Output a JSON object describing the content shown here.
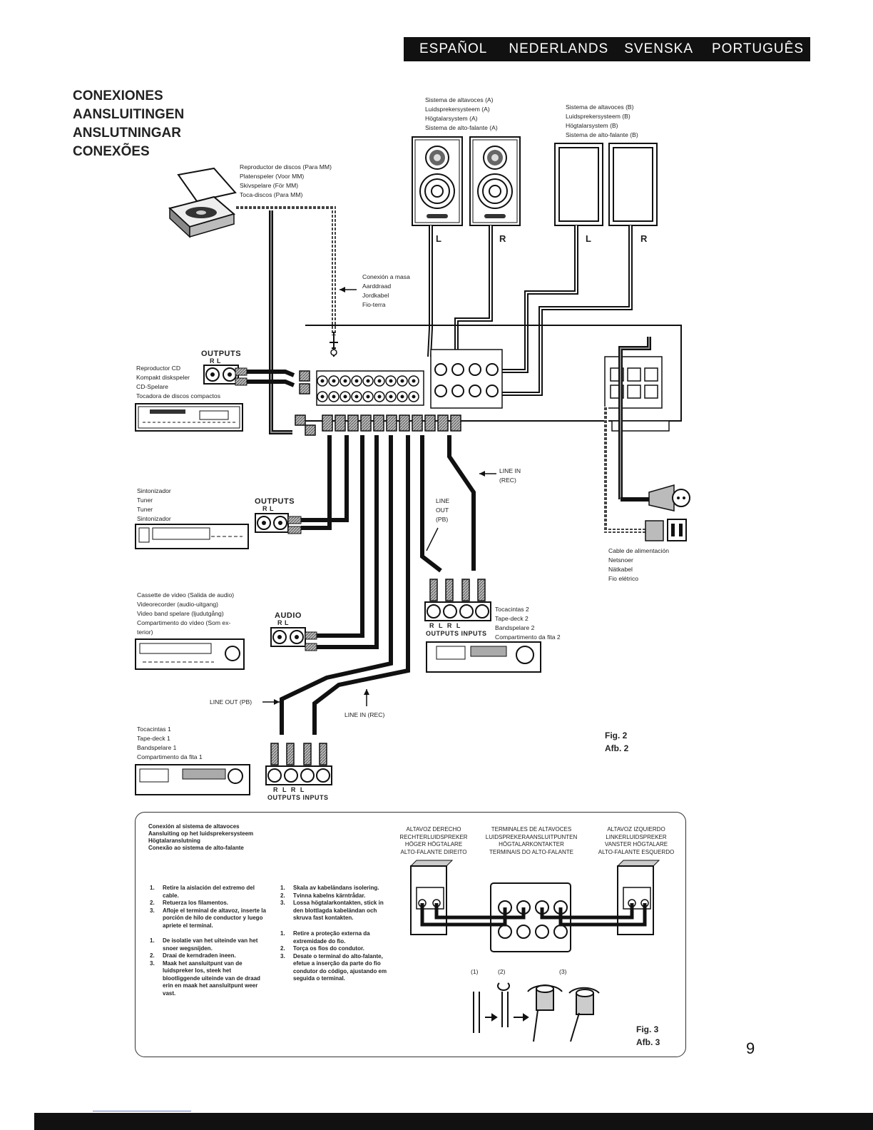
{
  "languages": [
    "ESPAÑOL",
    "NEDERLANDS",
    "SVENSKA",
    "PORTUGUÊS"
  ],
  "titles": [
    "CONEXIONES",
    "AANSLUITINGEN",
    "ANSLUTNINGAR",
    "CONEXÕES"
  ],
  "speakers_a": [
    "Sistema de altavoces (A)",
    "Luidsprekersysteem (A)",
    "Högtalarsystem (A)",
    "Sistema de alto-falante (A)"
  ],
  "speakers_b": [
    "Sistema de altavoces (B)",
    "Luidsprekersysteem (B)",
    "Högtalarsystem (B)",
    "Sistema de alto-falante (B)"
  ],
  "turntable": [
    "Reproductor de discos (Para MM)",
    "Platenspeler (Voor MM)",
    "Skivspelare (För MM)",
    "Toca-discos (Para MM)"
  ],
  "ground": [
    "Conexión a masa",
    "Aarddraad",
    "Jordkabel",
    "Fio-terra"
  ],
  "cd": [
    "Reproductor CD",
    "Kompakt diskspeler",
    "CD-Spelare",
    "Tocadora de discos compactos"
  ],
  "tuner": [
    "Sintonizador",
    "Tuner",
    "Tuner",
    "Sintonizador"
  ],
  "vcr": [
    "Cassette de video (Salida de audio)",
    "Videorecorder (audio-uitgang)",
    "Video band spelare (ljudutgång)",
    "Compartimento do vídeo (Som ex-",
    "terior)"
  ],
  "tape2": [
    "Tocacintas 2",
    "Tape-deck 2",
    "Bandspelare 2",
    "Compartimento da fita 2"
  ],
  "tape1": [
    "Tocacintas 1",
    "Tape-deck 1",
    "Bandspelare 1",
    "Compartimento da fita 1"
  ],
  "power_cable": [
    "Cable de alimentación",
    "Netsnoer",
    "Nätkabel",
    "Fio elétrico"
  ],
  "labels": {
    "outputs": "OUTPUTS",
    "audio": "AUDIO",
    "rl": "R   L",
    "rlrl": "R   L   R   L",
    "outputs_inputs": "OUTPUTS INPUTS",
    "line_in_rec": [
      "LINE  IN",
      "(REC)"
    ],
    "line_out_pb": [
      "LINE",
      "OUT",
      "(PB)"
    ],
    "line_out_pb_inline": "LINE  OUT  (PB)",
    "line_in_rec_inline": "LINE  IN  (REC)",
    "L": "L",
    "R": "R"
  },
  "fig2": [
    "Fig. 2",
    "Afb. 2"
  ],
  "fig3": [
    "Fig. 3",
    "Afb. 3"
  ],
  "page_number": "9",
  "fig3_box": {
    "title": [
      "Conexión al sistema de altavoces",
      "Aansluiting op het luidsprekersysteem",
      "Högtalaranslutning",
      "Conexão ao sistema de alto-falante"
    ],
    "right_speaker": [
      "ALTAVOZ DERECHO",
      "RECHTERLUIDSPREKER",
      "HÖGER HÖGTALARE",
      "ALTO-FALANTE DIREITO"
    ],
    "terminals": [
      "TERMINALES DE ALTAVOCES",
      "LUIDSPREKERAANSLUITPUNTEN",
      "HÖGTALARKONTAKTER",
      "TERMINAIS DO ALTO-FALANTE"
    ],
    "left_speaker": [
      "ALTAVOZ IZQUIERDO",
      "LINKERLUIDSPREKER",
      "VANSTER HÖGTALARE",
      "ALTO-FALANTE ESQUERDO"
    ],
    "es_steps": [
      "Retire la aislación del extremo del cable.",
      "Retuerza los filamentos.",
      "Afloje el terminal de altavoz, inserte la porción de hilo de conductor y luego apriete el terminal."
    ],
    "nl_steps": [
      "De isolatie van het uiteinde van het snoer wegsnijden.",
      "Draai de kerndraden ineen.",
      "Maak het aansluitpunt van de luidspreker los, steek het blootliggende uiteinde van de draad erin en maak het aansluitpunt weer vast."
    ],
    "sv_steps": [
      "Skala av kabeländans isolering.",
      "Tvinna kabelns kärntrådar.",
      "Lossa högtalarkontakten, stick in den blottlagda kabeländan och skruva fast kontakten."
    ],
    "pt_steps": [
      "Retire a proteção externa da extremidade do fio.",
      "Torça os fios do condutor.",
      "Desate o terminal do alto-falante, efetue a inserção da parte do fio condutor do código, ajustando em seguida o terminal."
    ],
    "step_markers": [
      "(1)",
      "(2)",
      "(3)"
    ]
  }
}
